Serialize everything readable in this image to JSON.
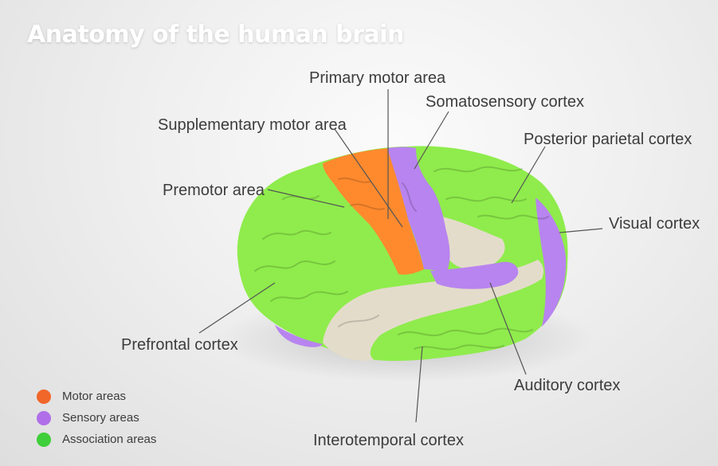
{
  "title": "Anatomy of the human brain",
  "labels": {
    "primary_motor": "Primary motor area",
    "somatosensory": "Somatosensory cortex",
    "supplementary_motor": "Supplementary motor area",
    "posterior_parietal": "Posterior parietal cortex",
    "premotor": "Premotor area",
    "visual": "Visual cortex",
    "prefrontal": "Prefrontal cortex",
    "auditory": "Auditory cortex",
    "interotemporal": "Interotemporal cortex"
  },
  "legend": [
    {
      "label": "Motor areas",
      "color": "#f1672a"
    },
    {
      "label": "Sensory areas",
      "color": "#b06fe8"
    },
    {
      "label": "Association areas",
      "color": "#3fcf3a"
    }
  ],
  "colors": {
    "motor": "#ff8a2e",
    "sensory": "#b884ef",
    "association": "#8fec4c",
    "temporal_other": "#e4dccb"
  }
}
